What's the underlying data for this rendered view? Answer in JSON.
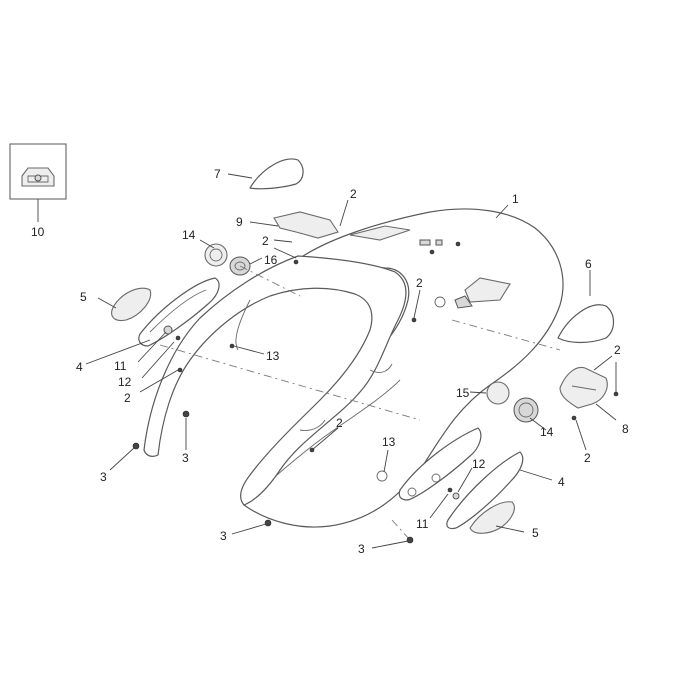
{
  "diagram": {
    "callouts": [
      {
        "id": "c1",
        "text": "1"
      },
      {
        "id": "c2a",
        "text": "2"
      },
      {
        "id": "c2b",
        "text": "2"
      },
      {
        "id": "c2c",
        "text": "2"
      },
      {
        "id": "c2d",
        "text": "2"
      },
      {
        "id": "c2e",
        "text": "2"
      },
      {
        "id": "c2f",
        "text": "2"
      },
      {
        "id": "c2g",
        "text": "2"
      },
      {
        "id": "c3a",
        "text": "3"
      },
      {
        "id": "c3b",
        "text": "3"
      },
      {
        "id": "c3c",
        "text": "3"
      },
      {
        "id": "c3d",
        "text": "3"
      },
      {
        "id": "c4a",
        "text": "4"
      },
      {
        "id": "c4b",
        "text": "4"
      },
      {
        "id": "c5a",
        "text": "5"
      },
      {
        "id": "c5b",
        "text": "5"
      },
      {
        "id": "c6",
        "text": "6"
      },
      {
        "id": "c7",
        "text": "7"
      },
      {
        "id": "c8",
        "text": "8"
      },
      {
        "id": "c9",
        "text": "9"
      },
      {
        "id": "c10",
        "text": "10"
      },
      {
        "id": "c11a",
        "text": "11"
      },
      {
        "id": "c11b",
        "text": "11"
      },
      {
        "id": "c12a",
        "text": "12"
      },
      {
        "id": "c12b",
        "text": "12"
      },
      {
        "id": "c13a",
        "text": "13"
      },
      {
        "id": "c13b",
        "text": "13"
      },
      {
        "id": "c14a",
        "text": "14"
      },
      {
        "id": "c14b",
        "text": "14"
      },
      {
        "id": "c15",
        "text": "15"
      },
      {
        "id": "c16",
        "text": "16"
      }
    ]
  }
}
